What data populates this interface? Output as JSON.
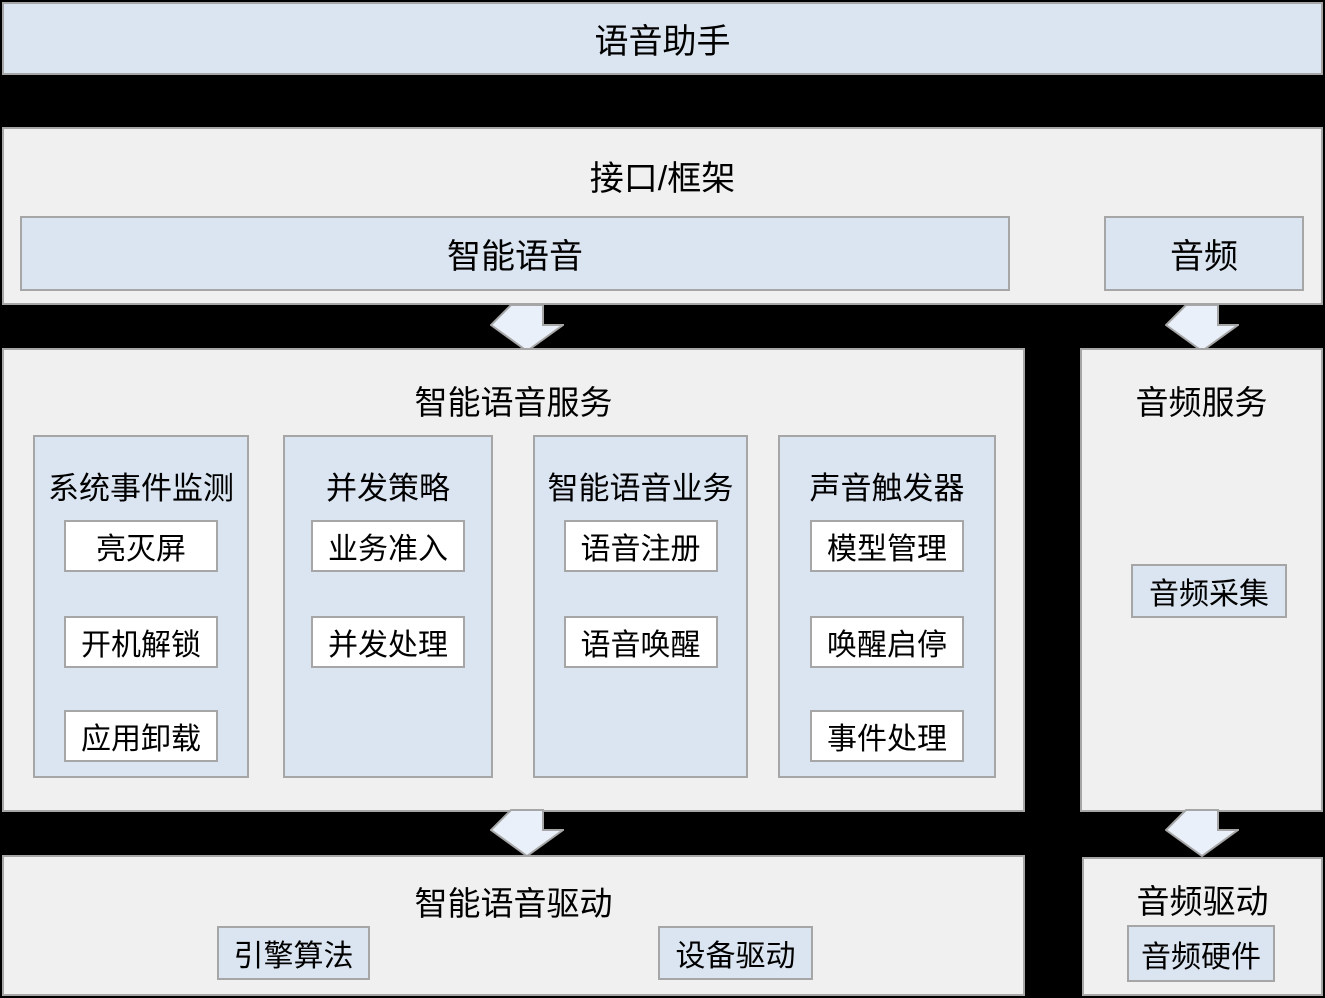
{
  "colors": {
    "background": "#000000",
    "panel_fill": "#f0f0f0",
    "node_fill": "#dbe5f1",
    "leaf_fill": "#ffffff",
    "border": "#a6a6a6",
    "arrow_fill": "#e9f0fa",
    "text": "#000000"
  },
  "header": {
    "title": "语音助手"
  },
  "framework": {
    "title": "接口/框架",
    "voice_box": "智能语音",
    "audio_box": "音频"
  },
  "voice_service": {
    "title": "智能语音服务",
    "columns": [
      {
        "title": "系统事件监测",
        "items": [
          "亮灭屏",
          "开机解锁",
          "应用卸载"
        ]
      },
      {
        "title": "并发策略",
        "items": [
          "业务准入",
          "并发处理"
        ]
      },
      {
        "title": "智能语音业务",
        "items": [
          "语音注册",
          "语音唤醒"
        ]
      },
      {
        "title": "声音触发器",
        "items": [
          "模型管理",
          "唤醒启停",
          "事件处理"
        ]
      }
    ]
  },
  "audio_service": {
    "title": "音频服务",
    "capture_box": "音频采集"
  },
  "voice_driver": {
    "title": "智能语音驱动",
    "engine_box": "引擎算法",
    "device_box": "设备驱动"
  },
  "audio_driver": {
    "title": "音频驱动",
    "hardware_box": "音频硬件"
  }
}
